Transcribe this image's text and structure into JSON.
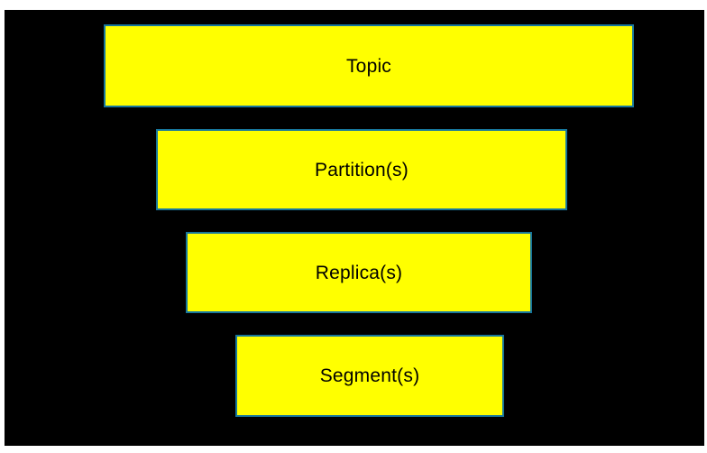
{
  "diagram": {
    "colors": {
      "page_background": "#ffffff",
      "canvas_background": "#000000",
      "box_fill": "#ffff00",
      "box_border": "#17779d",
      "label_color": "#000000"
    },
    "boxes": [
      {
        "label": "Topic"
      },
      {
        "label": "Partition(s)"
      },
      {
        "label": "Replica(s)"
      },
      {
        "label": "Segment(s)"
      }
    ]
  }
}
